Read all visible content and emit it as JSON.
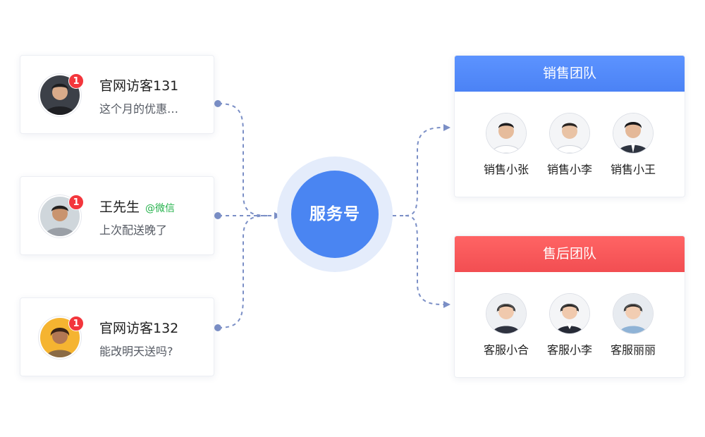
{
  "visitors": [
    {
      "name": "官网访客131",
      "tag": "",
      "message": "这个月的优惠…",
      "badge": "1"
    },
    {
      "name": "王先生",
      "tag": "@微信",
      "message": "上次配送晚了",
      "badge": "1"
    },
    {
      "name": "官网访客132",
      "tag": "",
      "message": "能改明天送吗?",
      "badge": "1"
    }
  ],
  "hub": {
    "label": "服务号"
  },
  "teams": [
    {
      "title": "销售团队",
      "members": [
        "销售小张",
        "销售小李",
        "销售小王"
      ]
    },
    {
      "title": "售后团队",
      "members": [
        "客服小合",
        "客服小李",
        "客服丽丽"
      ]
    }
  ],
  "colors": {
    "hub": "#4a85f2",
    "hub_ring": "#e4ecfb",
    "sales_header": "#4b82f5",
    "support_header": "#f24e52",
    "badge": "#f3363c",
    "wechat_tag": "#24b24b",
    "connector": "#7b8fc6"
  }
}
